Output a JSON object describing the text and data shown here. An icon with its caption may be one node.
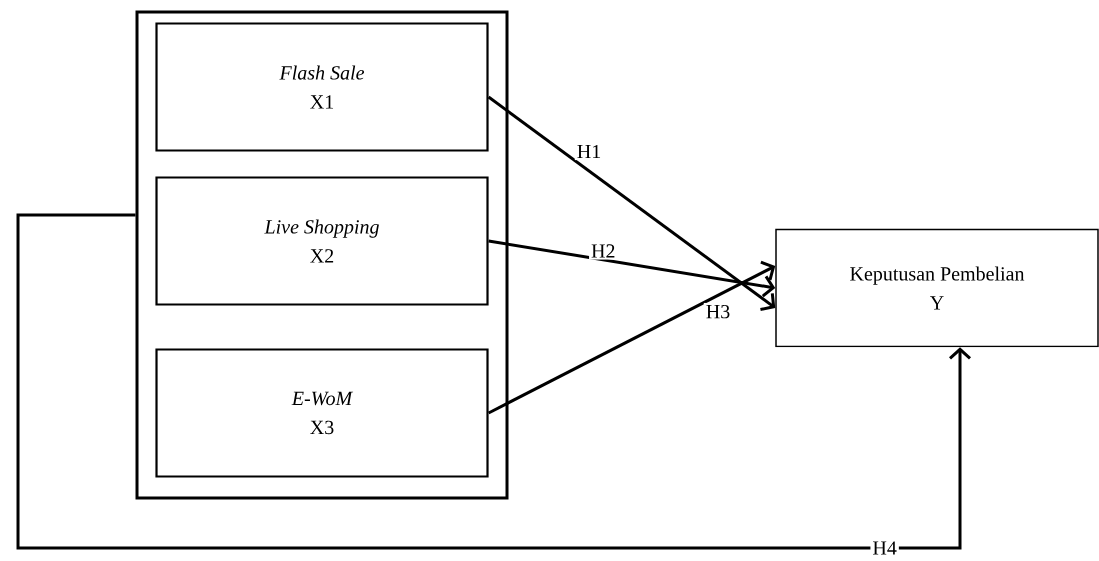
{
  "diagram": {
    "nodes": [
      {
        "text": [],
        "shape": "box"
      },
      {
        "text": [
          "Flash Sale",
          "X1"
        ],
        "in": 0
      },
      {
        "text": [
          "Live Shopping",
          "X2"
        ],
        "in": 0
      },
      {
        "text": [
          "E-WoM",
          "X3"
        ],
        "in": 0
      },
      {
        "text": [
          "Keputusan Pembelian",
          "Y"
        ]
      }
    ],
    "edges": [
      {
        "from": 1,
        "to": 4,
        "arrow": "to",
        "label": "H1"
      },
      {
        "from": 2,
        "to": 4,
        "arrow": "to",
        "label": "H2"
      },
      {
        "from": 3,
        "to": 4,
        "arrow": "to",
        "label": "H3"
      },
      {
        "from": 0,
        "to": 4,
        "arrow": "to",
        "label": "H4"
      }
    ]
  }
}
